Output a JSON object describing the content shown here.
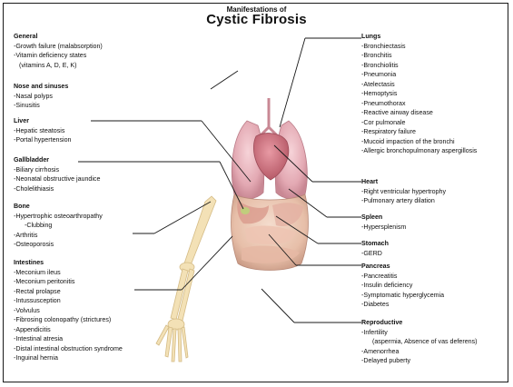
{
  "title": {
    "line1": "Manifestations of",
    "line2": "Cystic Fibrosis"
  },
  "left": {
    "general": {
      "heading": "General",
      "items": [
        "-Growth failure (malabsorption)",
        "-Vitamin deficiency states",
        "(vitamins A, D, E, K)"
      ]
    },
    "nose": {
      "heading": "Nose and sinuses",
      "items": [
        "-Nasal polyps",
        "-Sinusitis"
      ]
    },
    "liver": {
      "heading": "Liver",
      "items": [
        "-Hepatic steatosis",
        "-Portal hypertension"
      ]
    },
    "gallbladder": {
      "heading": "Gallbladder",
      "items": [
        "-Biliary cirrhosis",
        "-Neonatal obstructive jaundice",
        "-Cholelithiasis"
      ]
    },
    "bone": {
      "heading": "Bone",
      "items": [
        "-Hypertrophic osteoarthropathy",
        "-Clubbing",
        "-Arthritis",
        "-Osteoporosis"
      ]
    },
    "intestines": {
      "heading": "Intestines",
      "items": [
        "-Meconium ileus",
        "-Meconium peritonitis",
        "-Rectal prolapse",
        "-Intussusception",
        "-Volvulus",
        "-Fibrosing colonopathy (strictures)",
        "-Appendicitis",
        "-Intestinal atresia",
        "-Distal intestinal obstruction syndrome",
        "-Inguinal hernia"
      ]
    }
  },
  "right": {
    "lungs": {
      "heading": "Lungs",
      "items": [
        "-Bronchiectasis",
        "-Bronchitis",
        "-Bronchiolitis",
        "-Pneumonia",
        "-Atelectasis",
        "-Hemoptysis",
        "-Pneumothorax",
        "-Reactive airway disease",
        "-Cor pulmonale",
        "-Respiratory failure",
        "-Mucoid impaction of the bronchi",
        "-Allergic bronchopulmonary aspergillosis"
      ]
    },
    "heart": {
      "heading": "Heart",
      "items": [
        "-Right ventricular hypertrophy",
        "-Pulmonary artery dilation"
      ]
    },
    "spleen": {
      "heading": "Spleen",
      "items": [
        "-Hypersplenism"
      ]
    },
    "stomach": {
      "heading": "Stomach",
      "items": [
        "-GERD"
      ]
    },
    "pancreas": {
      "heading": "Pancreas",
      "items": [
        "-Pancreatitis",
        "-Insulin deficiency",
        "-Symptomatic hyperglycemia",
        "-Diabetes"
      ]
    },
    "reproductive": {
      "heading": "Reproductive",
      "items": [
        "-Infertility",
        "(aspermia, Absence of vas deferens)",
        "-Amenorrhea",
        "-Delayed puberty"
      ]
    }
  },
  "colors": {
    "text": "#111111",
    "line": "#1a1a1a",
    "organ_pink": "#e9b4bd",
    "organ_dark": "#c98894",
    "bone": "#f2dfb3"
  }
}
